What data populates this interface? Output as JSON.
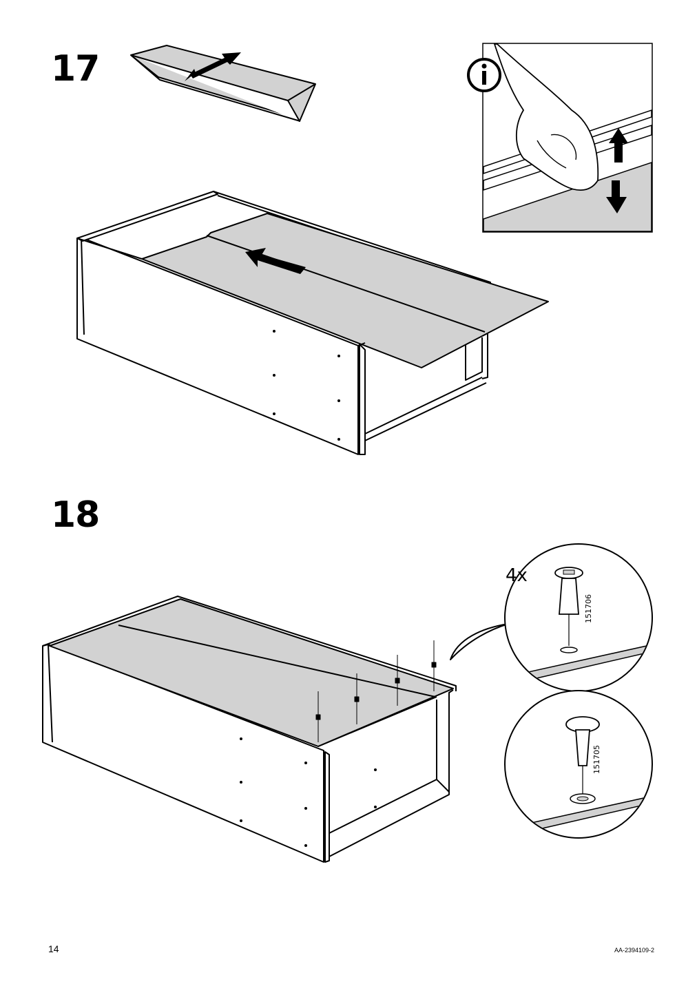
{
  "steps": [
    {
      "number": "17"
    },
    {
      "number": "18"
    }
  ],
  "info_icon": "info-circle-icon",
  "parts": [
    {
      "quantity": "4x",
      "article": "151706"
    },
    {
      "article": "151705"
    }
  ],
  "footer": {
    "page_number": "14",
    "doc_code": "AA-2394109-2"
  },
  "colors": {
    "panel_gray": "#d2d2d2",
    "line": "#000000",
    "background": "#ffffff"
  }
}
